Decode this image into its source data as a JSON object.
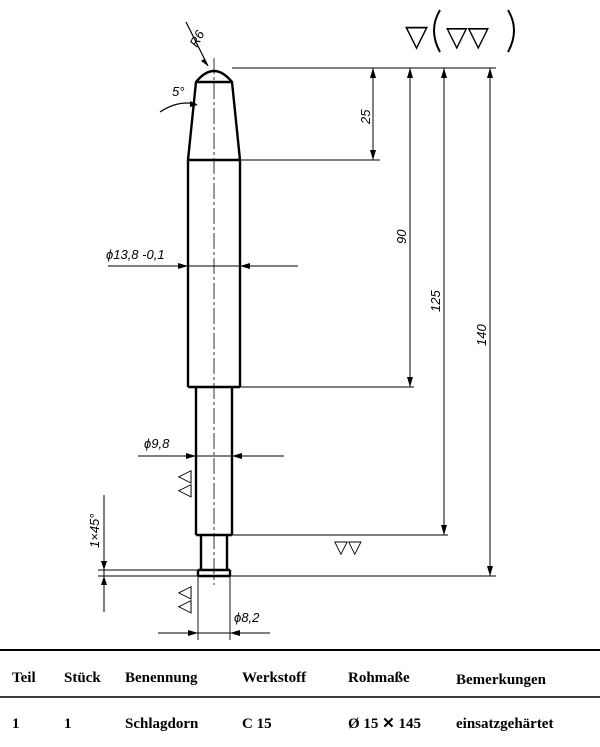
{
  "drawing": {
    "surface_symbol_overall": "▽",
    "surface_symbol_bracket": "▽▽",
    "radius_label": "R6",
    "angle_label": "5°",
    "dim_25": "25",
    "dim_90": "90",
    "dim_125": "125",
    "dim_140": "140",
    "diameter_main": "ϕ13,8 -0,1",
    "diameter_mid": "ϕ9,8",
    "diameter_end": "ϕ8,2",
    "chamfer": "1×45°",
    "finish_mark": "▽▽"
  },
  "table": {
    "headers": [
      "Teil",
      "Stück",
      "Benennung",
      "Werkstoff",
      "Rohmaße",
      "Bemerkungen"
    ],
    "row": [
      "1",
      "1",
      "Schlagdorn",
      "C 15",
      "Ø 15 ✕ 145",
      "einsatzgehärtet"
    ]
  }
}
